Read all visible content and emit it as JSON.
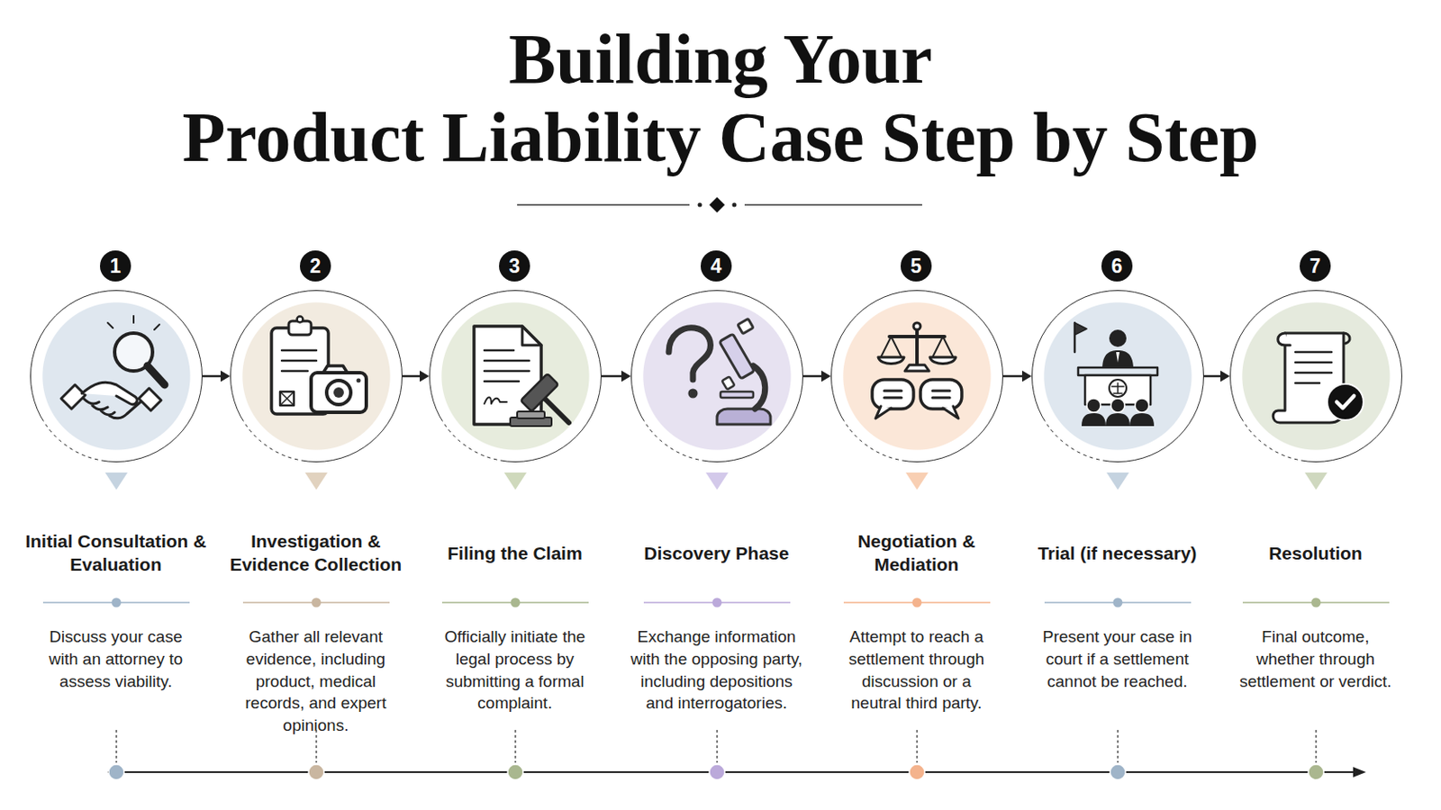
{
  "diagram": {
    "title": "Building Your Product Liability Case Step by Step",
    "nodes": [
      {
        "text": [
          "1",
          "Initial Consultation & Evaluation",
          "Discuss your case with an attorney to assess viability."
        ]
      },
      {
        "text": [
          "2",
          "Investigation & Evidence Collection",
          "Gather all relevant evidence, including product, medical records, and expert opinions."
        ]
      },
      {
        "text": [
          "3",
          "Filing the Claim",
          "Officially initiate the legal process by submitting a formal complaint."
        ]
      },
      {
        "text": [
          "4",
          "Discovery Phase",
          "Exchange information with the opposing party, including depositions and interrogatories."
        ]
      },
      {
        "text": [
          "5",
          "Negotiation & Mediation",
          "Attempt to reach a settlement through discussion or a neutral third party."
        ]
      },
      {
        "text": [
          "6",
          "Trial (if necessary)",
          "Present your case in court if a settlement cannot be reached."
        ]
      },
      {
        "text": [
          "7",
          "Resolution",
          "Final outcome, whether through settlement or verdict."
        ]
      }
    ],
    "edges": [
      {
        "from": 0,
        "to": 1,
        "arrow": "to"
      },
      {
        "from": 1,
        "to": 2,
        "arrow": "to"
      },
      {
        "from": 2,
        "to": 3,
        "arrow": "to"
      },
      {
        "from": 3,
        "to": 4,
        "arrow": "to"
      },
      {
        "from": 4,
        "to": 5,
        "arrow": "to"
      },
      {
        "from": 5,
        "to": 6,
        "arrow": "to"
      }
    ]
  }
}
